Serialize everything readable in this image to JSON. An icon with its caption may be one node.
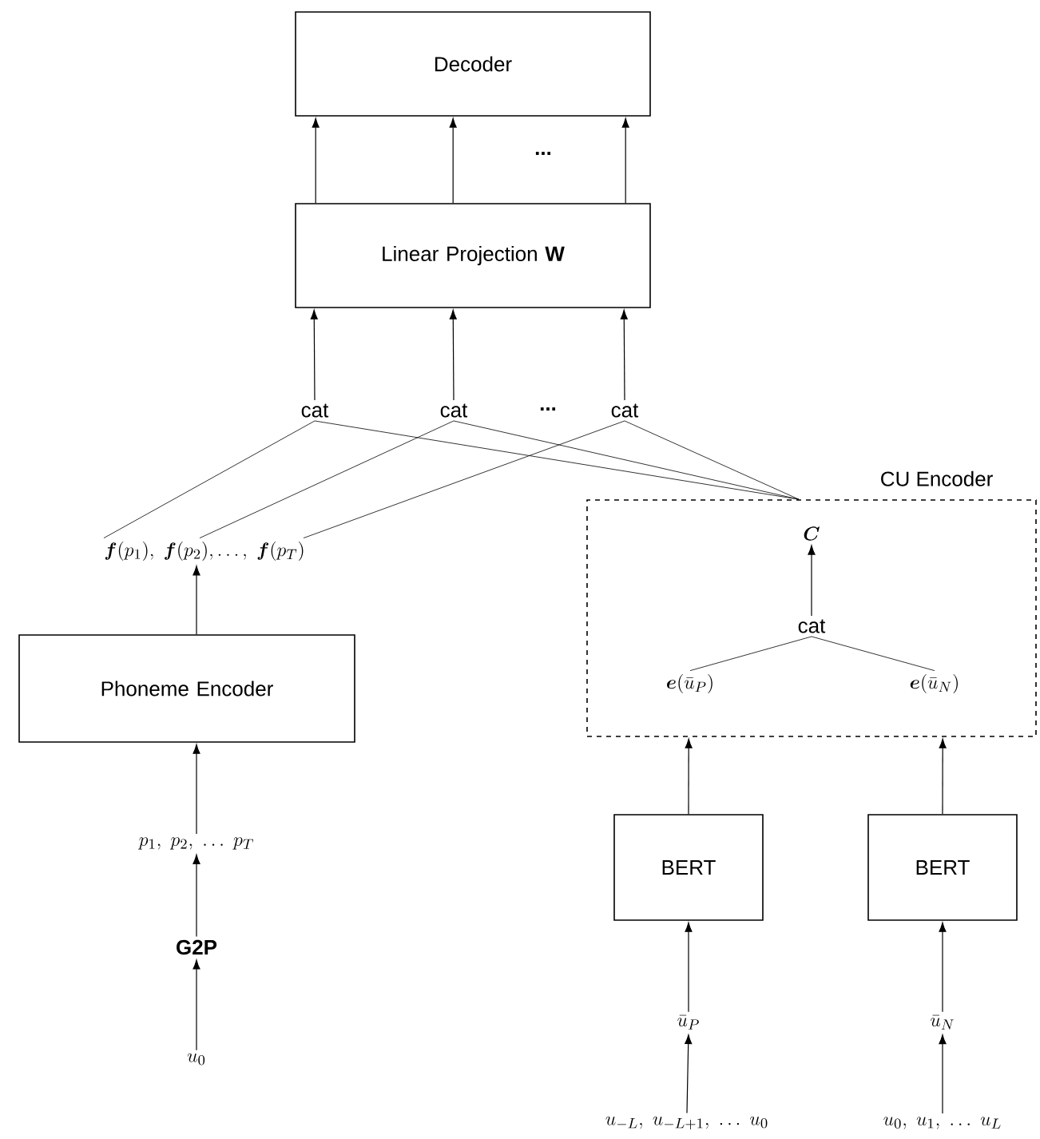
{
  "diagram": {
    "nodes": [
      {
        "text": [
          "Decoder"
        ]
      },
      {
        "text": [
          "Linear Projection **W**"
        ]
      },
      {
        "text": [
          "cat"
        ]
      },
      {
        "text": [
          "cat"
        ]
      },
      {
        "text": [
          "cat"
        ]
      },
      {
        "text": [
          "\\boldsymbol{f}(p_1),\\ \\boldsymbol{f}(p_2),\\ldots,\\ \\boldsymbol{f}(p_T)"
        ]
      },
      {
        "text": [
          "Phoneme Encoder"
        ]
      },
      {
        "text": [
          "p_1,\\ p_2,\\ \\ldots\\ p_T"
        ]
      },
      {
        "text": [
          "G2P"
        ]
      },
      {
        "text": [
          "u_0"
        ]
      },
      {
        "text": [
          "CU Encoder"
        ]
      },
      {
        "text": [
          "\\boldsymbol{C}"
        ],
        "in": 10
      },
      {
        "text": [
          "cat"
        ],
        "in": 10
      },
      {
        "text": [
          "\\boldsymbol{e}(\\bar{u}_P)"
        ],
        "in": 10
      },
      {
        "text": [
          "\\boldsymbol{e}(\\bar{u}_N)"
        ],
        "in": 10
      },
      {
        "text": [
          "BERT"
        ]
      },
      {
        "text": [
          "BERT"
        ]
      },
      {
        "text": [
          "\\bar{u}_P"
        ]
      },
      {
        "text": [
          "\\bar{u}_N"
        ]
      },
      {
        "text": [
          "u_{-L},\\ u_{-L+1},\\ \\ldots\\ u_0"
        ]
      },
      {
        "text": [
          "u_0,\\ u_1,\\ \\ldots\\ u_L"
        ]
      }
    ],
    "edges": [
      {
        "from": 1,
        "to": 0,
        "arrow": "to"
      },
      {
        "from": 1,
        "to": 0,
        "arrow": "to"
      },
      {
        "from": 1,
        "to": 0,
        "arrow": "to"
      },
      {
        "from": 2,
        "to": 1,
        "arrow": "to"
      },
      {
        "from": 3,
        "to": 1,
        "arrow": "to"
      },
      {
        "from": 4,
        "to": 1,
        "arrow": "to"
      },
      {
        "from": 5,
        "to": 2,
        "arrow": "none"
      },
      {
        "from": 5,
        "to": 3,
        "arrow": "none"
      },
      {
        "from": 5,
        "to": 4,
        "arrow": "none"
      },
      {
        "from": 10,
        "to": 2,
        "arrow": "none"
      },
      {
        "from": 10,
        "to": 3,
        "arrow": "none"
      },
      {
        "from": 10,
        "to": 4,
        "arrow": "none"
      },
      {
        "from": 6,
        "to": 5,
        "arrow": "to"
      },
      {
        "from": 7,
        "to": 6,
        "arrow": "to"
      },
      {
        "from": 8,
        "to": 7,
        "arrow": "to"
      },
      {
        "from": 9,
        "to": 8,
        "arrow": "to"
      },
      {
        "from": 12,
        "to": 11,
        "arrow": "to"
      },
      {
        "from": 13,
        "to": 12,
        "arrow": "none"
      },
      {
        "from": 14,
        "to": 12,
        "arrow": "none"
      },
      {
        "from": 15,
        "to": 10,
        "arrow": "to"
      },
      {
        "from": 16,
        "to": 10,
        "arrow": "to"
      },
      {
        "from": 17,
        "to": 15,
        "arrow": "to"
      },
      {
        "from": 18,
        "to": 16,
        "arrow": "to"
      },
      {
        "from": 19,
        "to": 17,
        "arrow": "to"
      },
      {
        "from": 20,
        "to": 18,
        "arrow": "to"
      }
    ],
    "labels": [
      "...",
      "..."
    ]
  }
}
